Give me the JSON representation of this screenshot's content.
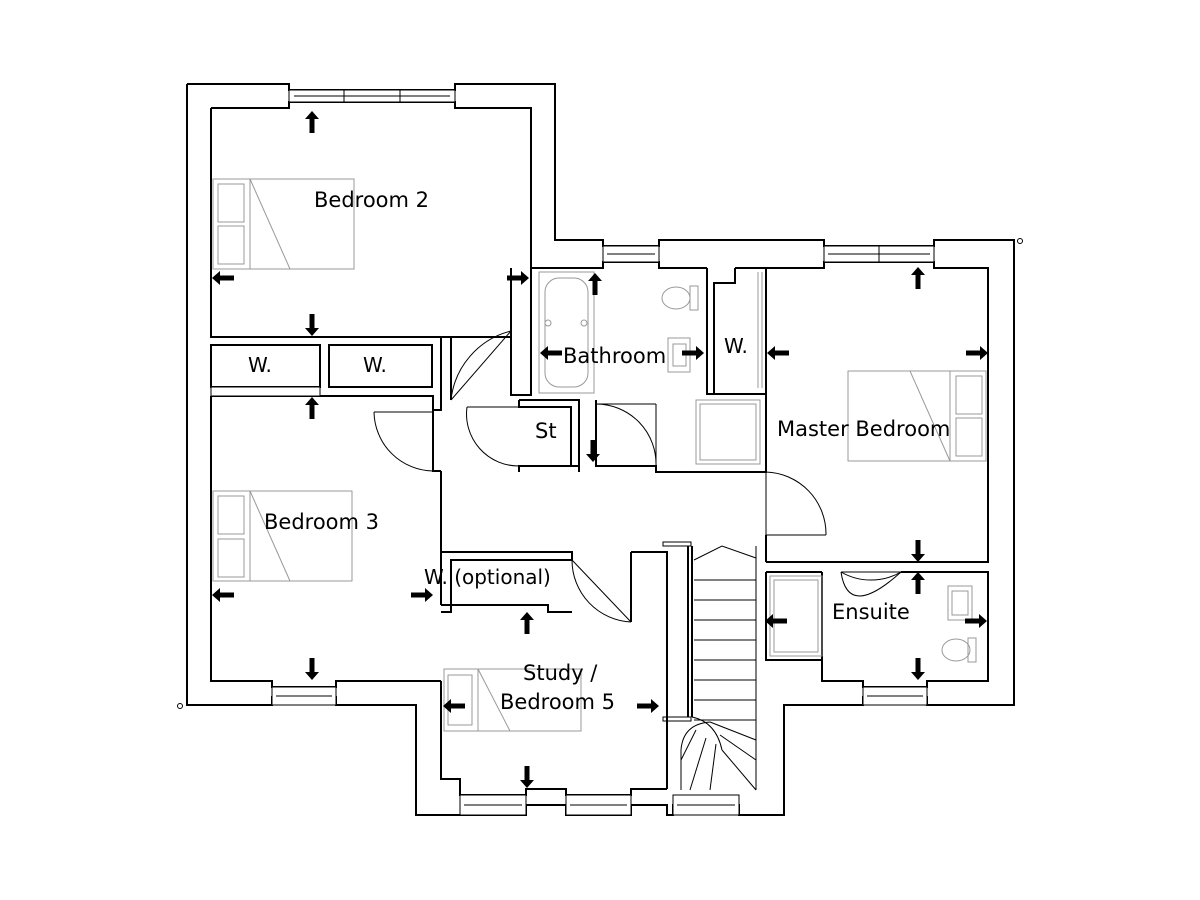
{
  "rooms": {
    "bedroom2": "Bedroom 2",
    "bedroom3": "Bedroom 3",
    "bathroom": "Bathroom",
    "master_bedroom": "Master Bedroom",
    "ensuite": "Ensuite",
    "study_line1": "Study /",
    "study_line2": "Bedroom 5",
    "store": "St",
    "wardrobe": "W.",
    "wardrobe_optional": "W. (optional)"
  },
  "icons": [
    "double-arrow-dimension-icon",
    "window-icon",
    "door-swing-icon",
    "bath-icon",
    "toilet-icon",
    "basin-icon",
    "shower-icon",
    "bed-icon",
    "staircase-icon"
  ]
}
